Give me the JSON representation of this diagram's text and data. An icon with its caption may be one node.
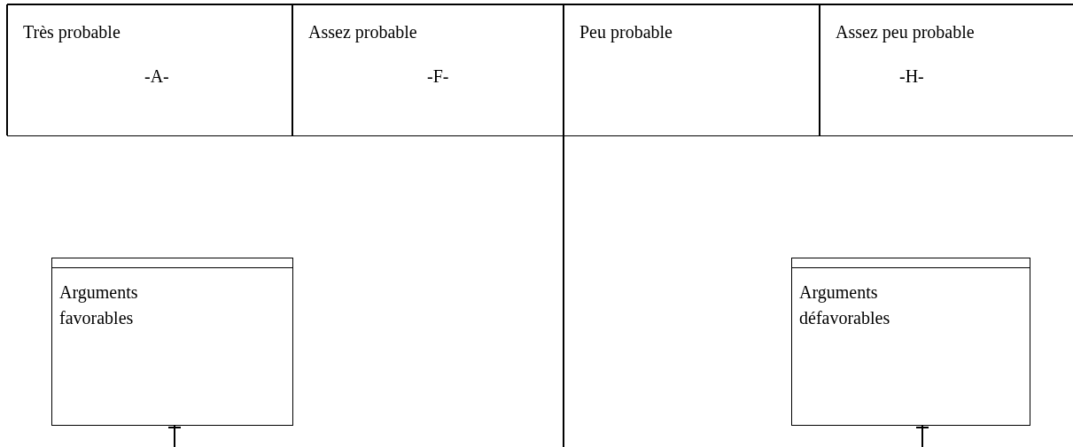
{
  "diagram": {
    "nodes": [
      {
        "text": [
          "Très probable",
          "-A-"
        ]
      },
      {
        "text": [
          "Assez probable",
          "-F-"
        ]
      },
      {
        "text": [
          "Peu probable"
        ]
      },
      {
        "text": [
          "Assez peu probable",
          "-H-"
        ]
      },
      {
        "text": [
          "Arguments favorables"
        ]
      },
      {
        "text": [
          "Arguments défavorables"
        ]
      }
    ],
    "edges": [
      {
        "from": 4,
        "to": null,
        "arrow": "none"
      },
      {
        "from": 5,
        "to": null,
        "arrow": "none"
      }
    ]
  }
}
